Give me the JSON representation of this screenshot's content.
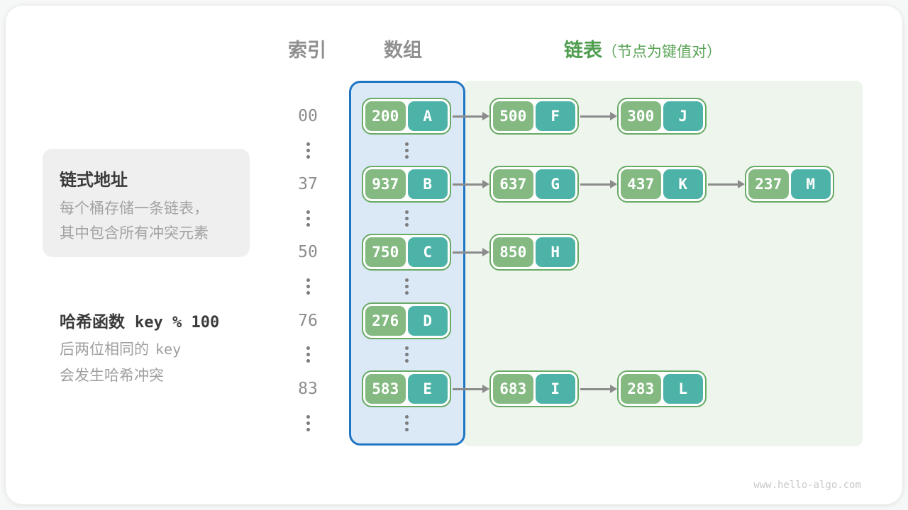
{
  "headers": {
    "index": "索引",
    "array": "数组",
    "list": "链表",
    "list_note": "（节点为键值对）"
  },
  "sidebar": {
    "card_title": "链式地址",
    "card_line1": "每个桶存储一条链表，",
    "card_line2": "其中包含所有冲突元素",
    "hash_label": "哈希函数",
    "hash_expr": "key % 100",
    "note1_text": "后两位相同的",
    "note1_code": "key",
    "note2_text": "会发生哈希冲突"
  },
  "rows": [
    {
      "index": "00",
      "bucket": {
        "key": "200",
        "value": "A"
      },
      "chain": [
        {
          "key": "500",
          "value": "F"
        },
        {
          "key": "300",
          "value": "J"
        }
      ]
    },
    {
      "index": "37",
      "bucket": {
        "key": "937",
        "value": "B"
      },
      "chain": [
        {
          "key": "637",
          "value": "G"
        },
        {
          "key": "437",
          "value": "K"
        },
        {
          "key": "237",
          "value": "M"
        }
      ]
    },
    {
      "index": "50",
      "bucket": {
        "key": "750",
        "value": "C"
      },
      "chain": [
        {
          "key": "850",
          "value": "H"
        }
      ]
    },
    {
      "index": "76",
      "bucket": {
        "key": "276",
        "value": "D"
      },
      "chain": []
    },
    {
      "index": "83",
      "bucket": {
        "key": "583",
        "value": "E"
      },
      "chain": [
        {
          "key": "683",
          "value": "I"
        },
        {
          "key": "283",
          "value": "L"
        }
      ]
    }
  ],
  "watermark": "www.hello-algo.com",
  "colors": {
    "key_green": "#84ba82",
    "value_teal": "#4db3a8",
    "node_border_green": "#69aa66",
    "array_panel_bg": "#dbe9f7",
    "array_panel_border": "#2176c4",
    "list_panel_bg": "#edf5ed",
    "header_green": "#4f9e4f",
    "gray_text": "#8f8f8f",
    "arrow_gray": "#8b8b8b"
  }
}
